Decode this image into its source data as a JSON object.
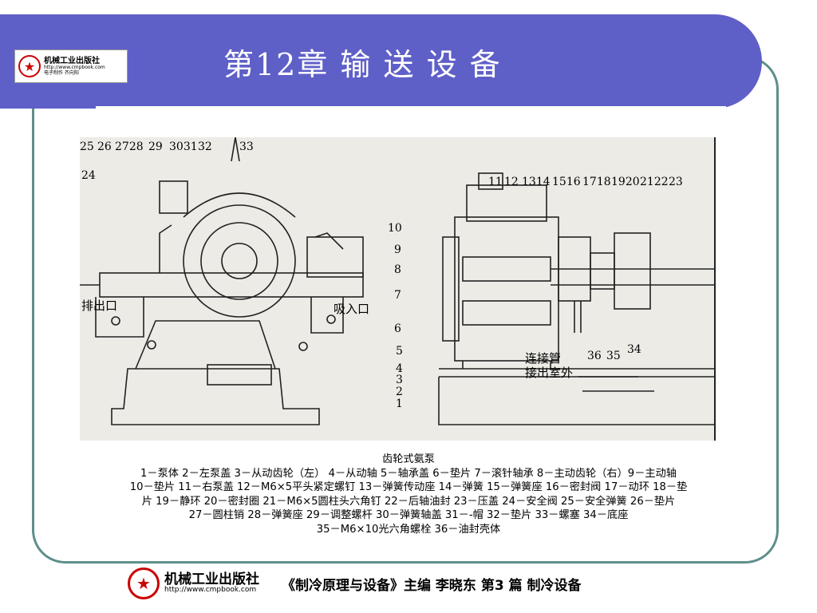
{
  "header": {
    "title": "第12章  输 送 设 备",
    "logo": {
      "name": "机械工业出版社",
      "url": "http://www.cmpbook.com",
      "sub": "电子制作    齐向阳"
    }
  },
  "figure": {
    "callouts_left": [
      "25",
      "26",
      "2728",
      "29",
      "3031",
      "32",
      "33",
      "24"
    ],
    "callouts_right": [
      "11",
      "12",
      "1314",
      "1516",
      "1718",
      "1920",
      "2122",
      "23"
    ],
    "side_numbers": [
      "10",
      "9",
      "8",
      "7",
      "6",
      "5",
      "4",
      "3",
      "2",
      "1"
    ],
    "bottom_numbers": [
      "36",
      "35",
      "34"
    ],
    "label_outlet": "排出口",
    "label_inlet": "吸入口",
    "label_pipe_1": "连接管",
    "label_pipe_2": "接出室外"
  },
  "caption": {
    "title": "齿轮式氨泵",
    "lines": [
      "1－泵体 2－左泵盖 3－从动齿轮（左） 4－从动轴 5－轴承盖 6－垫片 7－滚针轴承 8－主动齿轮（右）9－主动轴",
      "10－垫片 11－右泵盖 12－M6×5平头紧定螺钉 13－弹簧传动座 14－弹簧 15－弹簧座 16－密封阀 17－动环 18－垫",
      "片 19－静环 20－密封圈 21－M6×5圆柱头六角钉 22－后轴油封 23－压盖 24－安全阀 25－安全弹簧 26－垫片",
      "27－圆柱销 28－弹簧座 29－调整螺杆 30－弹簧轴盖 31－-帽 32－垫片 33－螺塞 34－底座",
      "35－M6×10光六角螺栓 36－油封壳体"
    ]
  },
  "footer": {
    "publisher": "机械工业出版社",
    "url": "http://www.cmpbook.com",
    "book": "《制冷原理与设备》主编  李晓东    第3 篇    制冷设备"
  },
  "colors": {
    "banner": "#5f5fc8",
    "frame": "#5f8f8a",
    "logo_red": "#cc0000"
  }
}
